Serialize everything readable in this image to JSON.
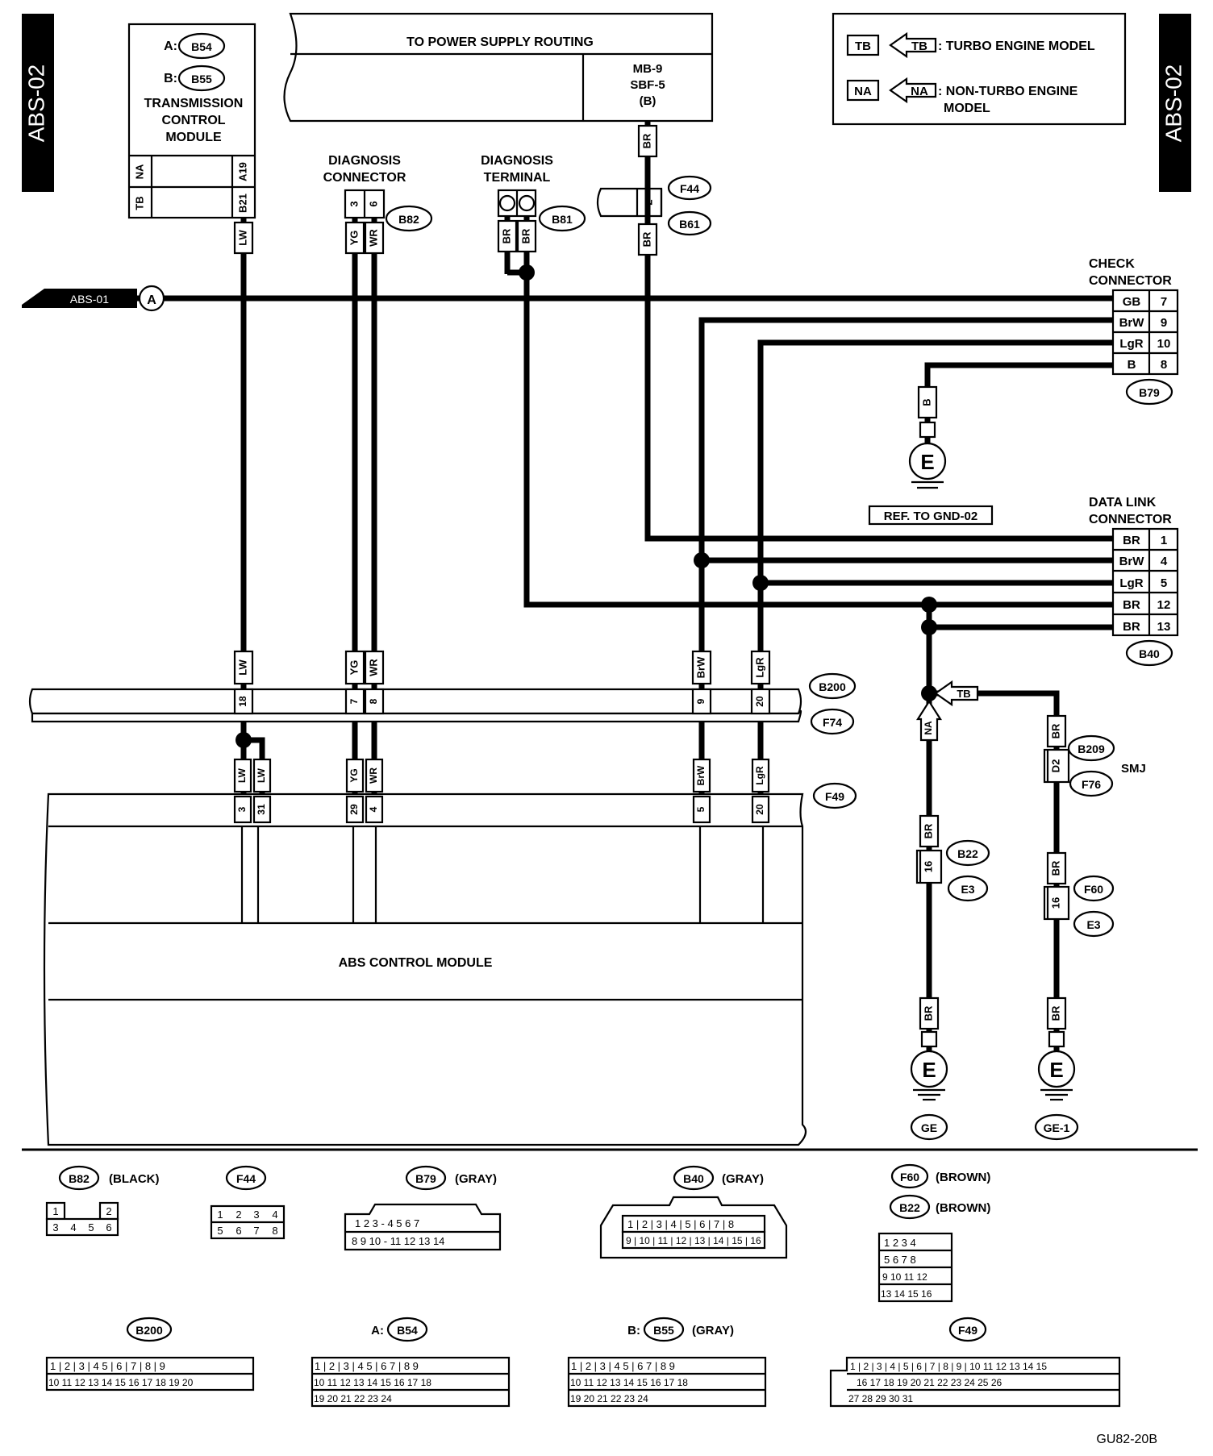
{
  "page": {
    "side_tab_left": "ABS-02",
    "side_tab_right": "ABS-02",
    "figure_code": "GU82-20B"
  },
  "legend": {
    "tb_code": "TB",
    "tb_label": ": TURBO ENGINE MODEL",
    "na_code": "NA",
    "na_label_1": ": NON-TURBO ENGINE",
    "na_label_2": "MODEL"
  },
  "power_supply": {
    "title": "TO POWER SUPPLY ROUTING",
    "fuse_1": "MB-9",
    "fuse_2": "SBF-5",
    "fuse_3": "(B)",
    "wire": "BR"
  },
  "tcm": {
    "a_prefix": "A:",
    "a_conn": "B54",
    "b_prefix": "B:",
    "b_conn": "B55",
    "title_1": "TRANSMISSION",
    "title_2": "CONTROL",
    "title_3": "MODULE",
    "row_na": "NA",
    "row_tb": "TB",
    "pin_na": "A19",
    "pin_tb": "B21",
    "wire": "LW"
  },
  "diag_connector": {
    "title_1": "DIAGNOSIS",
    "title_2": "CONNECTOR",
    "conn": "B82",
    "pin_a": "3",
    "pin_b": "6",
    "wire_a": "YG",
    "wire_b": "WR"
  },
  "diag_terminal": {
    "title_1": "DIAGNOSIS",
    "title_2": "TERMINAL",
    "conn": "B81",
    "wire_a": "BR",
    "wire_b": "BR"
  },
  "f44": {
    "conn_top": "F44",
    "conn_bottom": "B61",
    "pin": "2",
    "wire": "BR"
  },
  "abs01": {
    "label": "ABS-01",
    "ref": "A"
  },
  "check_connector": {
    "title_1": "CHECK",
    "title_2": "CONNECTOR",
    "conn": "B79",
    "rows": [
      {
        "wire": "GB",
        "pin": "7"
      },
      {
        "wire": "BrW",
        "pin": "9"
      },
      {
        "wire": "LgR",
        "pin": "10"
      },
      {
        "wire": "B",
        "pin": "8"
      }
    ],
    "ground_wire": "B",
    "ground_symbol": "E",
    "ground_ref": "REF. TO GND-02"
  },
  "data_link": {
    "title_1": "DATA LINK",
    "title_2": "CONNECTOR",
    "conn": "B40",
    "rows": [
      {
        "wire": "BR",
        "pin": "1"
      },
      {
        "wire": "BrW",
        "pin": "4"
      },
      {
        "wire": "LgR",
        "pin": "5"
      },
      {
        "wire": "BR",
        "pin": "12"
      },
      {
        "wire": "BR",
        "pin": "13"
      }
    ]
  },
  "b200": {
    "conn_top": "B200",
    "conn_bottom": "F74",
    "cols": [
      {
        "wire": "LW",
        "pin": "18"
      },
      {
        "wire": "YG",
        "pin": "7"
      },
      {
        "wire": "WR",
        "pin": "8"
      },
      {
        "wire": "BrW",
        "pin": "9"
      },
      {
        "wire": "LgR",
        "pin": "20"
      }
    ]
  },
  "abs_module": {
    "title": "ABS CONTROL MODULE",
    "conn": "F49",
    "cols": [
      {
        "wire": "LW",
        "pin": "3"
      },
      {
        "wire": "LW",
        "pin": "31"
      },
      {
        "wire": "YG",
        "pin": "29"
      },
      {
        "wire": "WR",
        "pin": "4"
      },
      {
        "wire": "BrW",
        "pin": "5"
      },
      {
        "wire": "LgR",
        "pin": "20"
      }
    ]
  },
  "grounds": {
    "na_tag": "NA",
    "tb_tag": "TB",
    "smj": "SMJ",
    "b209": "B209",
    "f76": "F76",
    "d2": "D2",
    "left_b22": "B22",
    "left_e3": "E3",
    "left_pin": "16",
    "right_f60": "F60",
    "right_e3": "E3",
    "right_pin": "16",
    "wire": "BR",
    "ge": "GE",
    "ge1": "GE-1",
    "symbol": "E"
  },
  "connector_views": {
    "b82": {
      "name": "B82",
      "color": "(BLACK)"
    },
    "f44": {
      "name": "F44"
    },
    "b79": {
      "name": "B79",
      "color": "(GRAY)"
    },
    "b40": {
      "name": "B40",
      "color": "(GRAY)"
    },
    "f60": {
      "name": "F60",
      "color": "(BROWN)"
    },
    "b22": {
      "name": "B22",
      "color": "(BROWN)"
    },
    "b200": {
      "name": "B200"
    },
    "b54": {
      "prefix": "A:",
      "name": "B54"
    },
    "b55": {
      "prefix": "B:",
      "name": "B55",
      "color": "(GRAY)"
    },
    "f49": {
      "name": "F49"
    }
  }
}
